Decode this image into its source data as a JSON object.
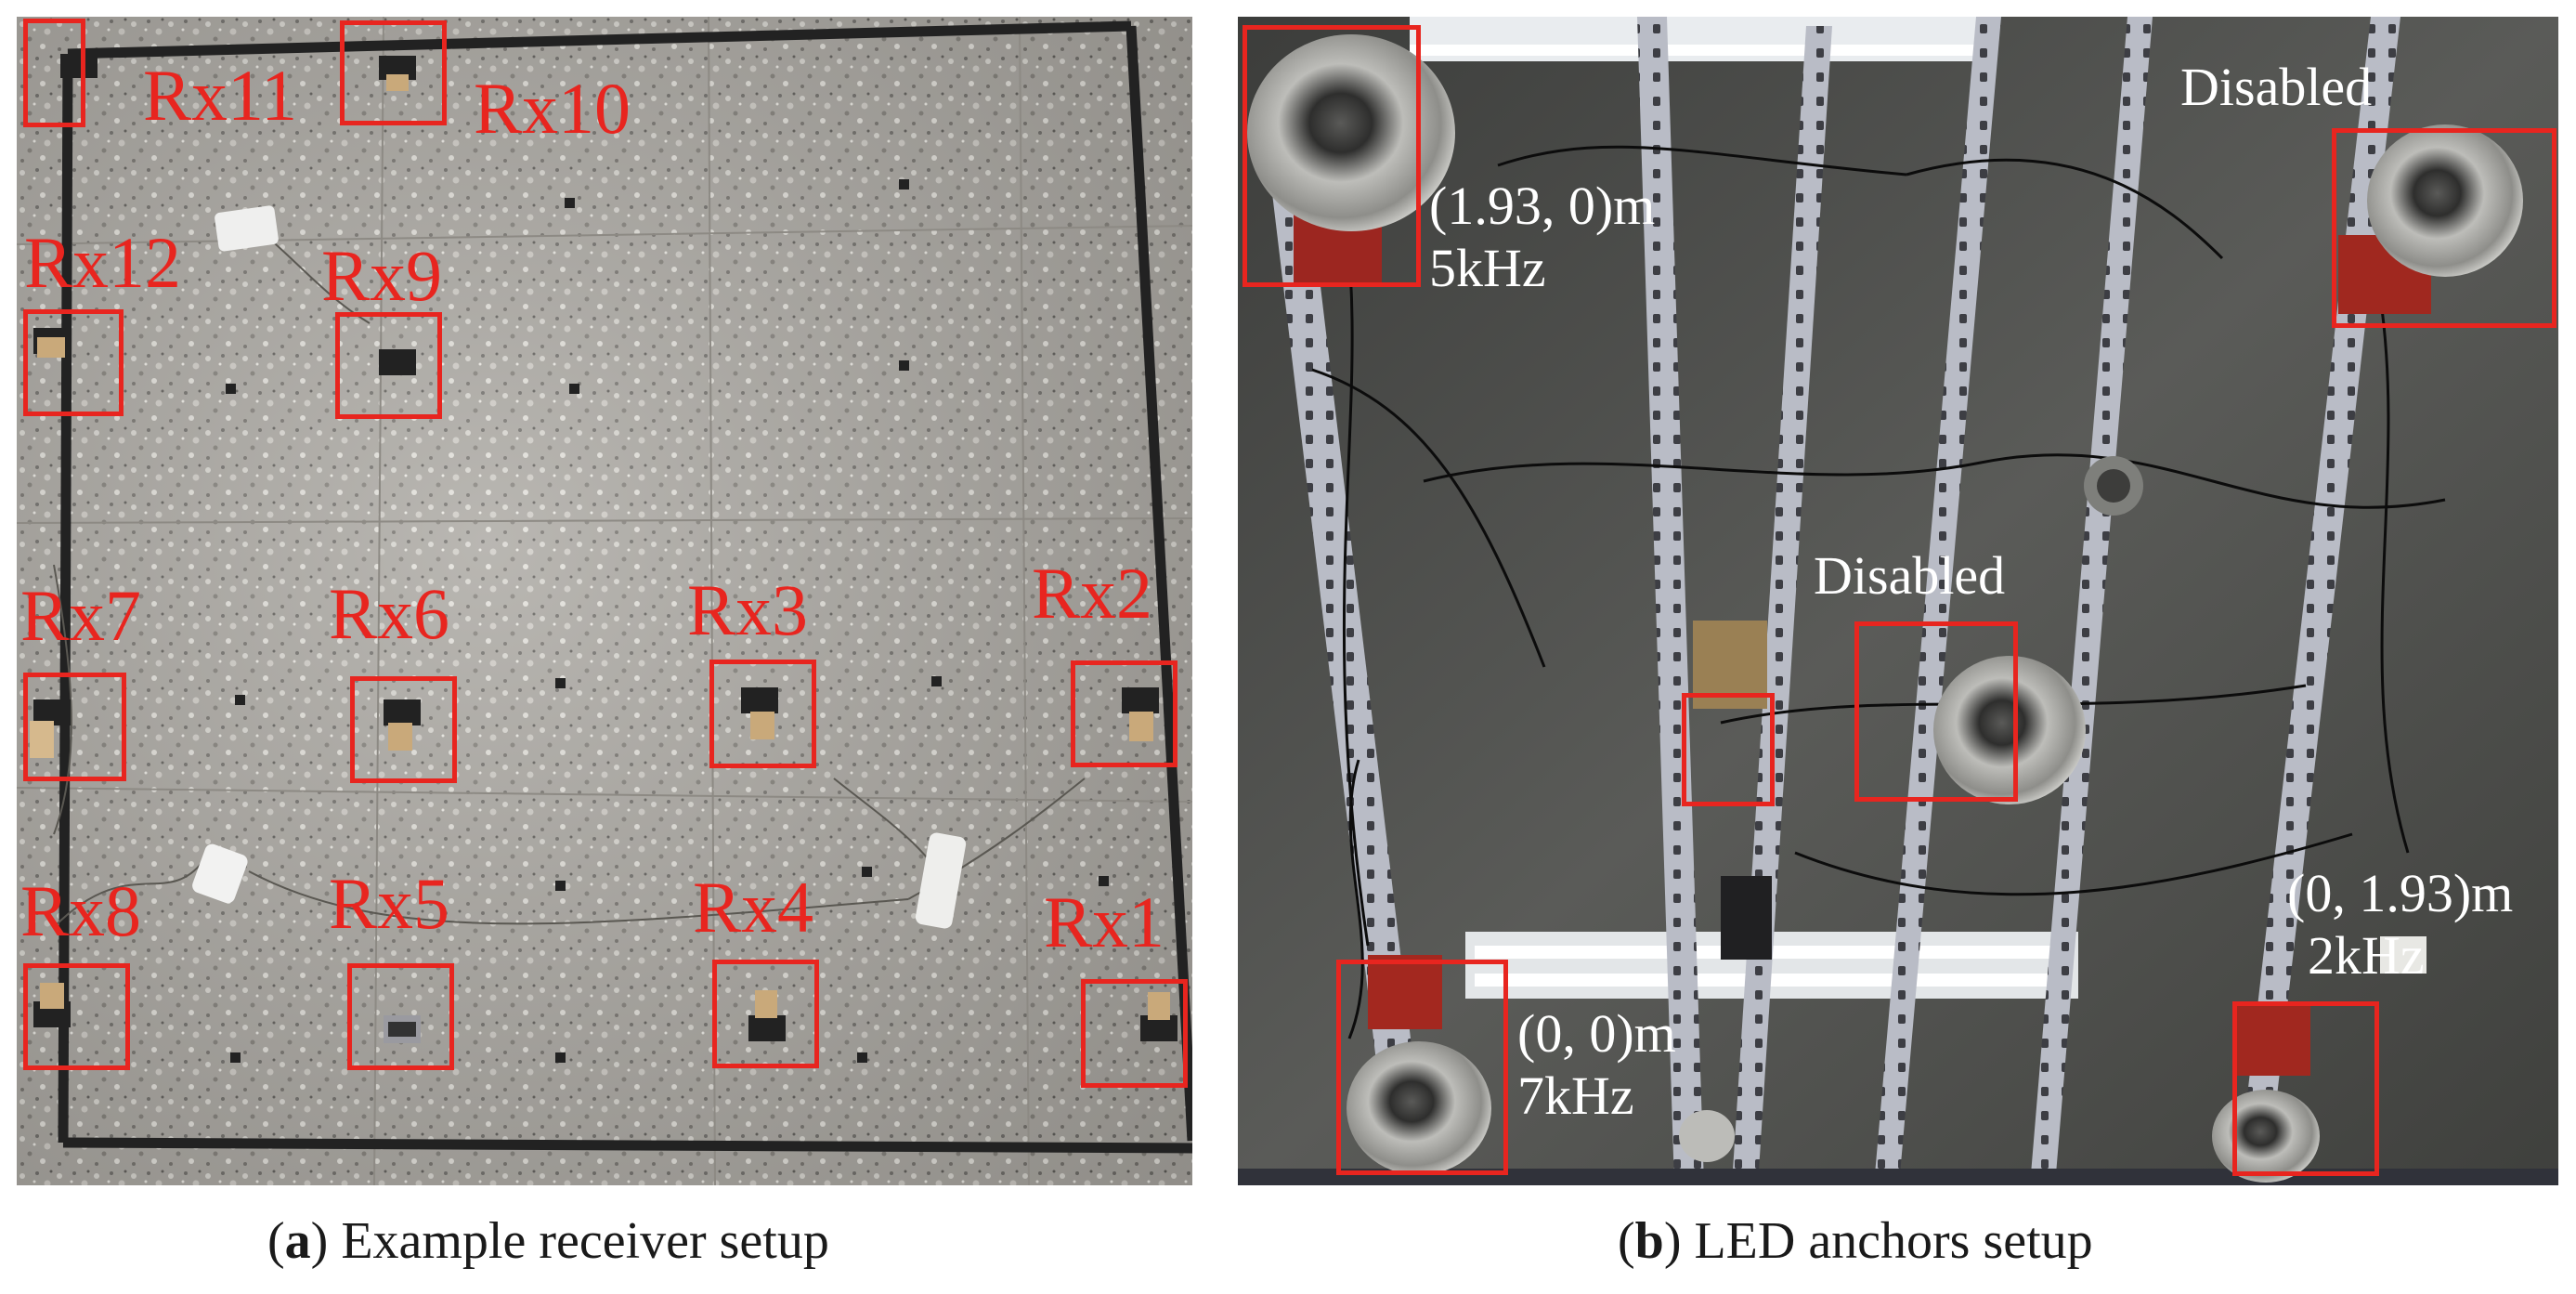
{
  "panel_a": {
    "labels": {
      "rx1": "Rx1",
      "rx2": "Rx2",
      "rx3": "Rx3",
      "rx4": "Rx4",
      "rx5": "Rx5",
      "rx6": "Rx6",
      "rx7": "Rx7",
      "rx8": "Rx8",
      "rx9": "Rx9",
      "rx10": "Rx10",
      "rx11": "Rx11",
      "rx12": "Rx12"
    },
    "caption": {
      "letter": "a",
      "text": "Example receiver setup"
    }
  },
  "panel_b": {
    "anchors": {
      "top_left": {
        "coord": "(1.93, 0)m",
        "freq": "5kHz"
      },
      "top_right": {
        "status": "Disabled"
      },
      "center": {
        "status": "Disabled"
      },
      "bottom_left": {
        "coord": "(0, 0)m",
        "freq": "7kHz"
      },
      "bottom_right": {
        "coord": "(0, 1.93)m",
        "freq": "2kHz"
      }
    },
    "caption": {
      "letter": "b",
      "text": "LED anchors setup"
    }
  },
  "colors": {
    "annotation": "#e8251f",
    "caption_text": "#1a1a1a",
    "label_on_photo": "#ffffff"
  }
}
